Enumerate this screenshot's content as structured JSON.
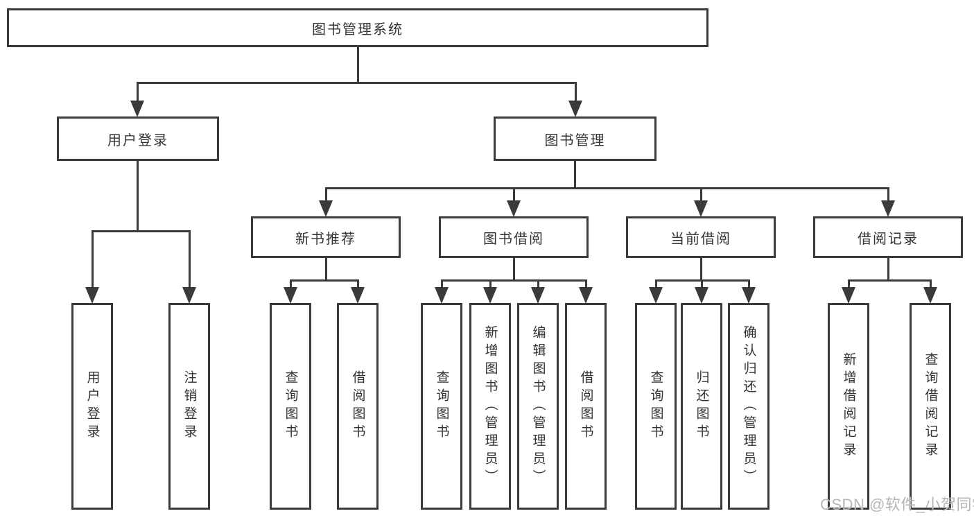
{
  "diagram": {
    "root": {
      "label": "图书管理系统"
    },
    "branches": [
      {
        "label": "用户登录",
        "children": [
          {
            "label": "用户登录"
          },
          {
            "label": "注销登录"
          }
        ]
      },
      {
        "label": "图书管理",
        "children": [
          {
            "label": "新书推荐",
            "children": [
              {
                "label": "查询图书"
              },
              {
                "label": "借阅图书"
              }
            ]
          },
          {
            "label": "图书借阅",
            "children": [
              {
                "label": "查询图书"
              },
              {
                "label": "新增图书（管理员）"
              },
              {
                "label": "编辑图书（管理员）"
              },
              {
                "label": "借阅图书"
              }
            ]
          },
          {
            "label": "当前借阅",
            "children": [
              {
                "label": "查询图书"
              },
              {
                "label": "归还图书"
              },
              {
                "label": "确认归还（管理员）"
              }
            ]
          },
          {
            "label": "借阅记录",
            "children": [
              {
                "label": "新增借阅记录"
              },
              {
                "label": "查询借阅记录"
              }
            ]
          }
        ]
      }
    ],
    "colors": {
      "line": "#3a3a3a",
      "text": "#333333",
      "box_background": "#ffffff",
      "watermark": "#b5b5b5"
    }
  },
  "watermark": {
    "text": "CSDN @软件_小贺同学"
  }
}
